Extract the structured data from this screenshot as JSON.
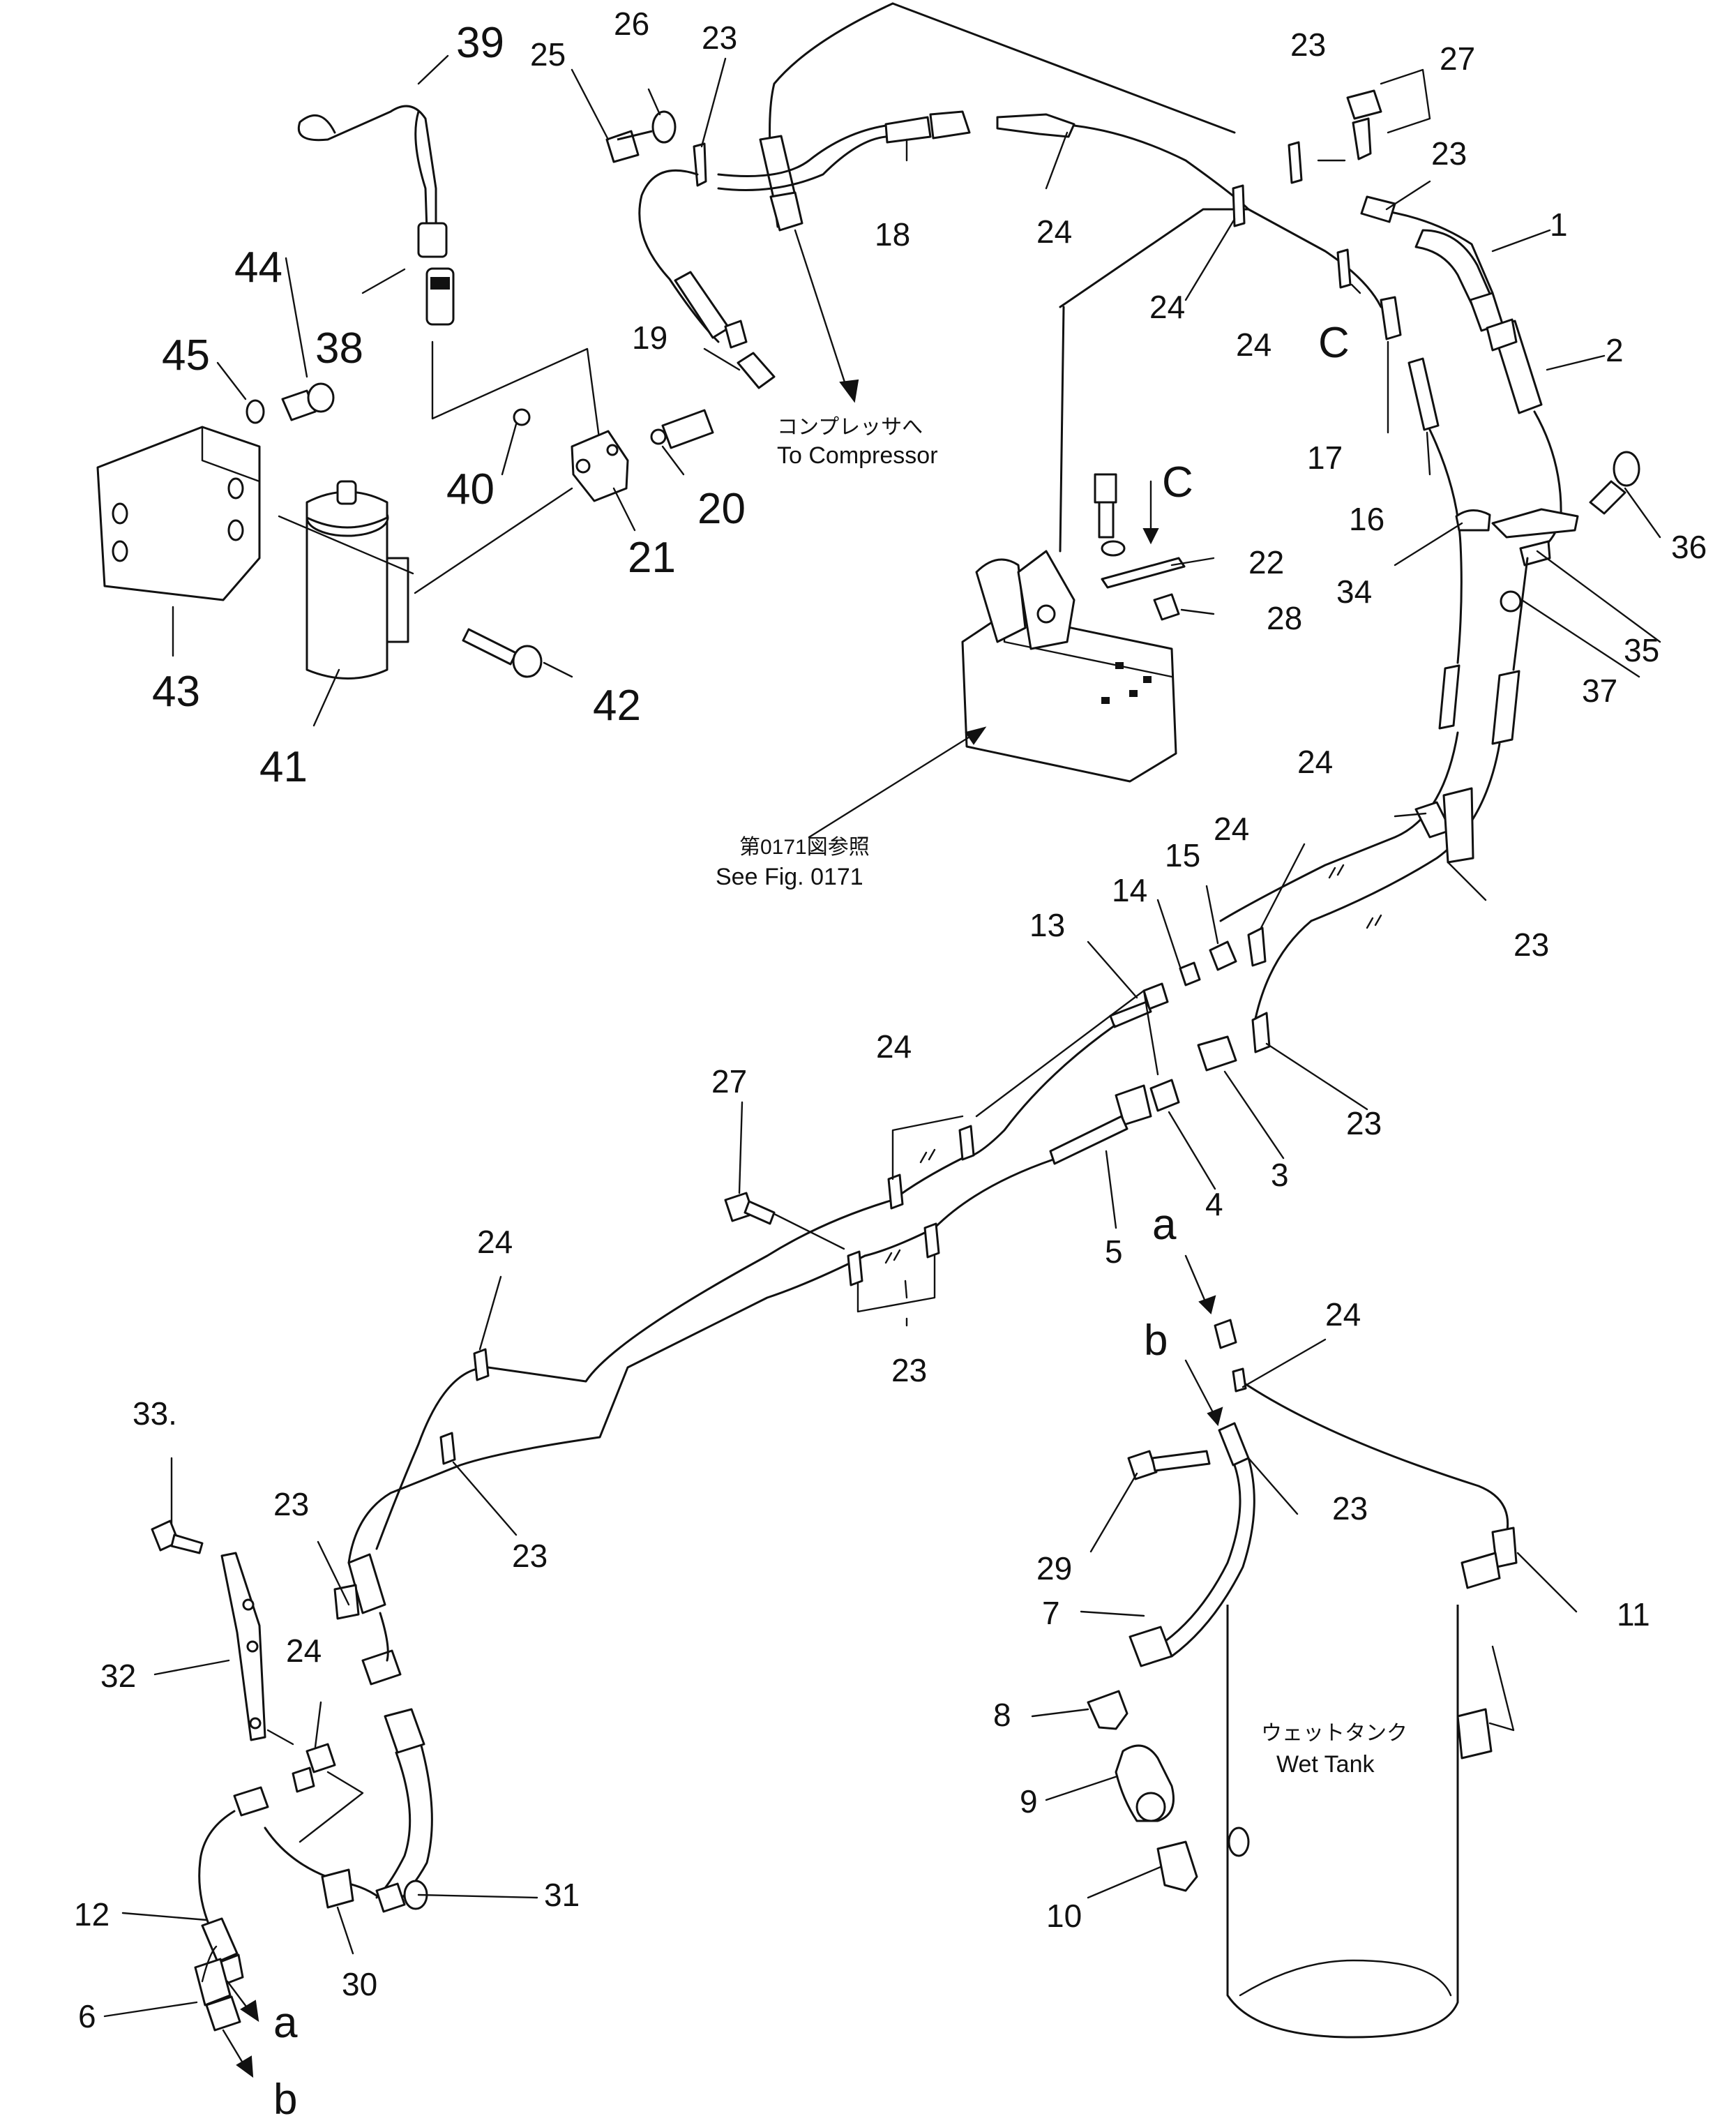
{
  "labels": {
    "p1": "1",
    "p2": "2",
    "p3": "3",
    "p4": "4",
    "p5": "5",
    "p6": "6",
    "p7": "7",
    "p8": "8",
    "p9": "9",
    "p10": "10",
    "p11": "11",
    "p12": "12",
    "p13": "13",
    "p14": "14",
    "p15": "15",
    "p16": "16",
    "p17": "17",
    "p18": "18",
    "p19": "19",
    "p20": "20",
    "p21": "21",
    "p22": "22",
    "p23": "23",
    "p24": "24",
    "p25": "25",
    "p26": "26",
    "p27": "27",
    "p28": "28",
    "p29": "29",
    "p30": "30",
    "p31": "31",
    "p32": "32",
    "p33": "33.",
    "p34": "34",
    "p35": "35",
    "p36": "36",
    "p37": "37",
    "p38": "38",
    "p39": "39",
    "p40": "40",
    "p41": "41",
    "p42": "42",
    "p43": "43",
    "p44": "44",
    "p45": "45",
    "c": "C",
    "a": "a",
    "b": "b"
  },
  "notes": {
    "compressor_jp": "コンプレッサへ",
    "compressor_en": "To Compressor",
    "see_fig_jp": "第0171図参照",
    "see_fig_en": "See Fig. 0171",
    "wet_tank_jp": "ウェットタンク",
    "wet_tank_en": "Wet Tank"
  }
}
